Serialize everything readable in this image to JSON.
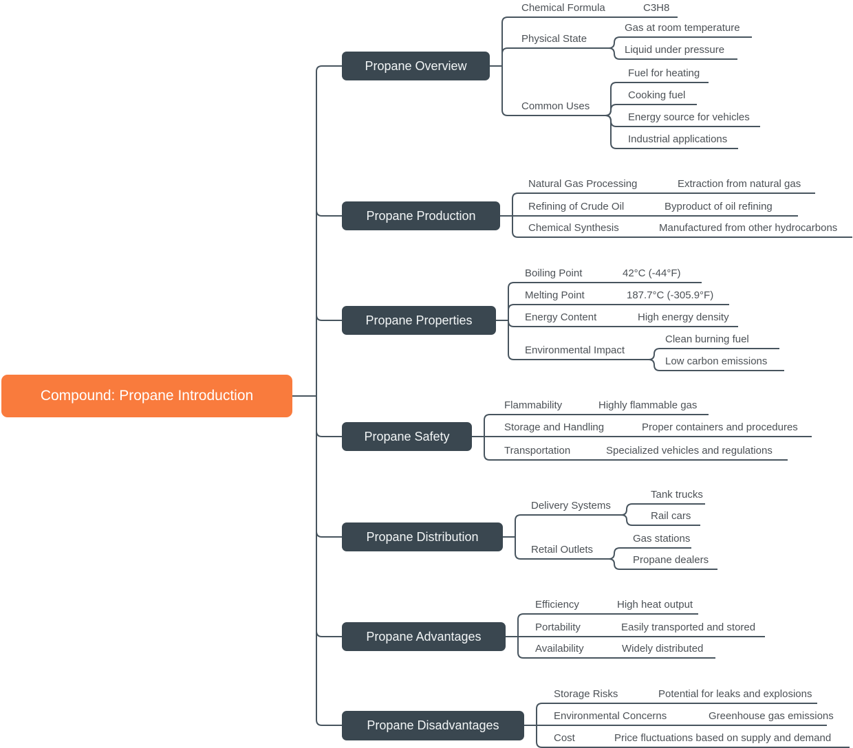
{
  "colors": {
    "root_bg": "#F97B3D",
    "branch_bg": "#3A4750",
    "link": "#47545E",
    "label_text": "#4C5156"
  },
  "root": {
    "label": "Compound: Propane Introduction"
  },
  "branches": [
    {
      "label": "Propane Overview",
      "children": [
        {
          "label": "Chemical Formula",
          "value": "C3H8"
        },
        {
          "label": "Physical State",
          "children": [
            {
              "label": "Gas at room temperature"
            },
            {
              "label": "Liquid under pressure"
            }
          ]
        },
        {
          "label": "Common Uses",
          "children": [
            {
              "label": "Fuel for heating"
            },
            {
              "label": "Cooking fuel"
            },
            {
              "label": "Energy source for vehicles"
            },
            {
              "label": "Industrial applications"
            }
          ]
        }
      ]
    },
    {
      "label": "Propane Production",
      "children": [
        {
          "label": "Natural Gas Processing",
          "value": "Extraction from natural gas"
        },
        {
          "label": "Refining of Crude Oil",
          "value": "Byproduct of oil refining"
        },
        {
          "label": "Chemical Synthesis",
          "value": "Manufactured from other hydrocarbons"
        }
      ]
    },
    {
      "label": "Propane Properties",
      "children": [
        {
          "label": "Boiling Point",
          "value": "42°C (-44°F)"
        },
        {
          "label": "Melting Point",
          "value": "187.7°C (-305.9°F)"
        },
        {
          "label": "Energy Content",
          "value": "High energy density"
        },
        {
          "label": "Environmental Impact",
          "children": [
            {
              "label": "Clean burning fuel"
            },
            {
              "label": "Low carbon emissions"
            }
          ]
        }
      ]
    },
    {
      "label": "Propane Safety",
      "children": [
        {
          "label": "Flammability",
          "value": "Highly flammable gas"
        },
        {
          "label": "Storage and Handling",
          "value": "Proper containers and procedures"
        },
        {
          "label": "Transportation",
          "value": "Specialized vehicles and regulations"
        }
      ]
    },
    {
      "label": "Propane Distribution",
      "children": [
        {
          "label": "Delivery Systems",
          "children": [
            {
              "label": "Tank trucks"
            },
            {
              "label": "Rail cars"
            }
          ]
        },
        {
          "label": "Retail Outlets",
          "children": [
            {
              "label": "Gas stations"
            },
            {
              "label": "Propane dealers"
            }
          ]
        }
      ]
    },
    {
      "label": "Propane Advantages",
      "children": [
        {
          "label": "Efficiency",
          "value": "High heat output"
        },
        {
          "label": "Portability",
          "value": "Easily transported and stored"
        },
        {
          "label": "Availability",
          "value": "Widely distributed"
        }
      ]
    },
    {
      "label": "Propane Disadvantages",
      "children": [
        {
          "label": "Storage Risks",
          "value": "Potential for leaks and explosions"
        },
        {
          "label": "Environmental Concerns",
          "value": "Greenhouse gas emissions"
        },
        {
          "label": "Cost",
          "value": "Price fluctuations based on supply and demand"
        }
      ]
    }
  ]
}
